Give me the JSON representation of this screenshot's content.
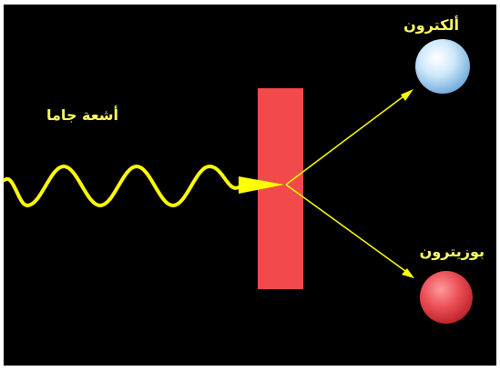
{
  "labels": {
    "gamma": "أشعة جاما",
    "electron": "ألكترون",
    "positron": "بوزيترون"
  },
  "colors": {
    "background": "#000000",
    "wave": "#ffff00",
    "target": "#f24a4a",
    "electron": "#a9d9f5",
    "positron": "#ea4f55",
    "label": "#ffff66"
  },
  "icons": {
    "electron": "blue-sphere",
    "positron": "red-sphere"
  }
}
